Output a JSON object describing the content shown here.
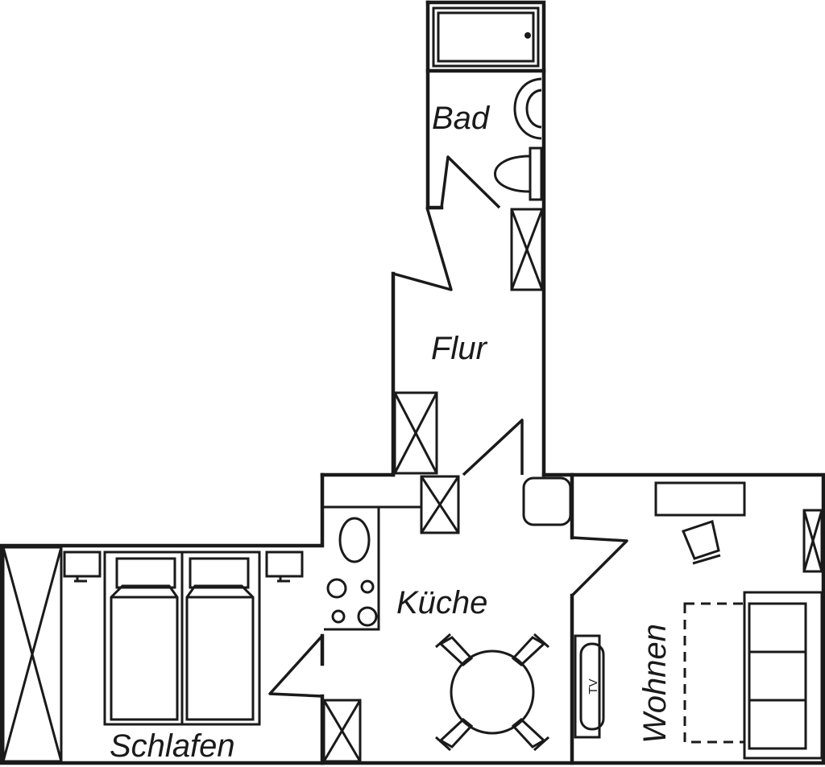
{
  "rooms": {
    "bad": {
      "label": "Bad"
    },
    "flur": {
      "label": "Flur"
    },
    "kueche": {
      "label": "Küche"
    },
    "wohnen": {
      "label": "Wohnen"
    },
    "schlafen": {
      "label": "Schlafen"
    }
  },
  "furniture": {
    "tv": {
      "label": "TV"
    }
  },
  "colors": {
    "ink": "#1a1a1a",
    "paper": "#ffffff"
  }
}
